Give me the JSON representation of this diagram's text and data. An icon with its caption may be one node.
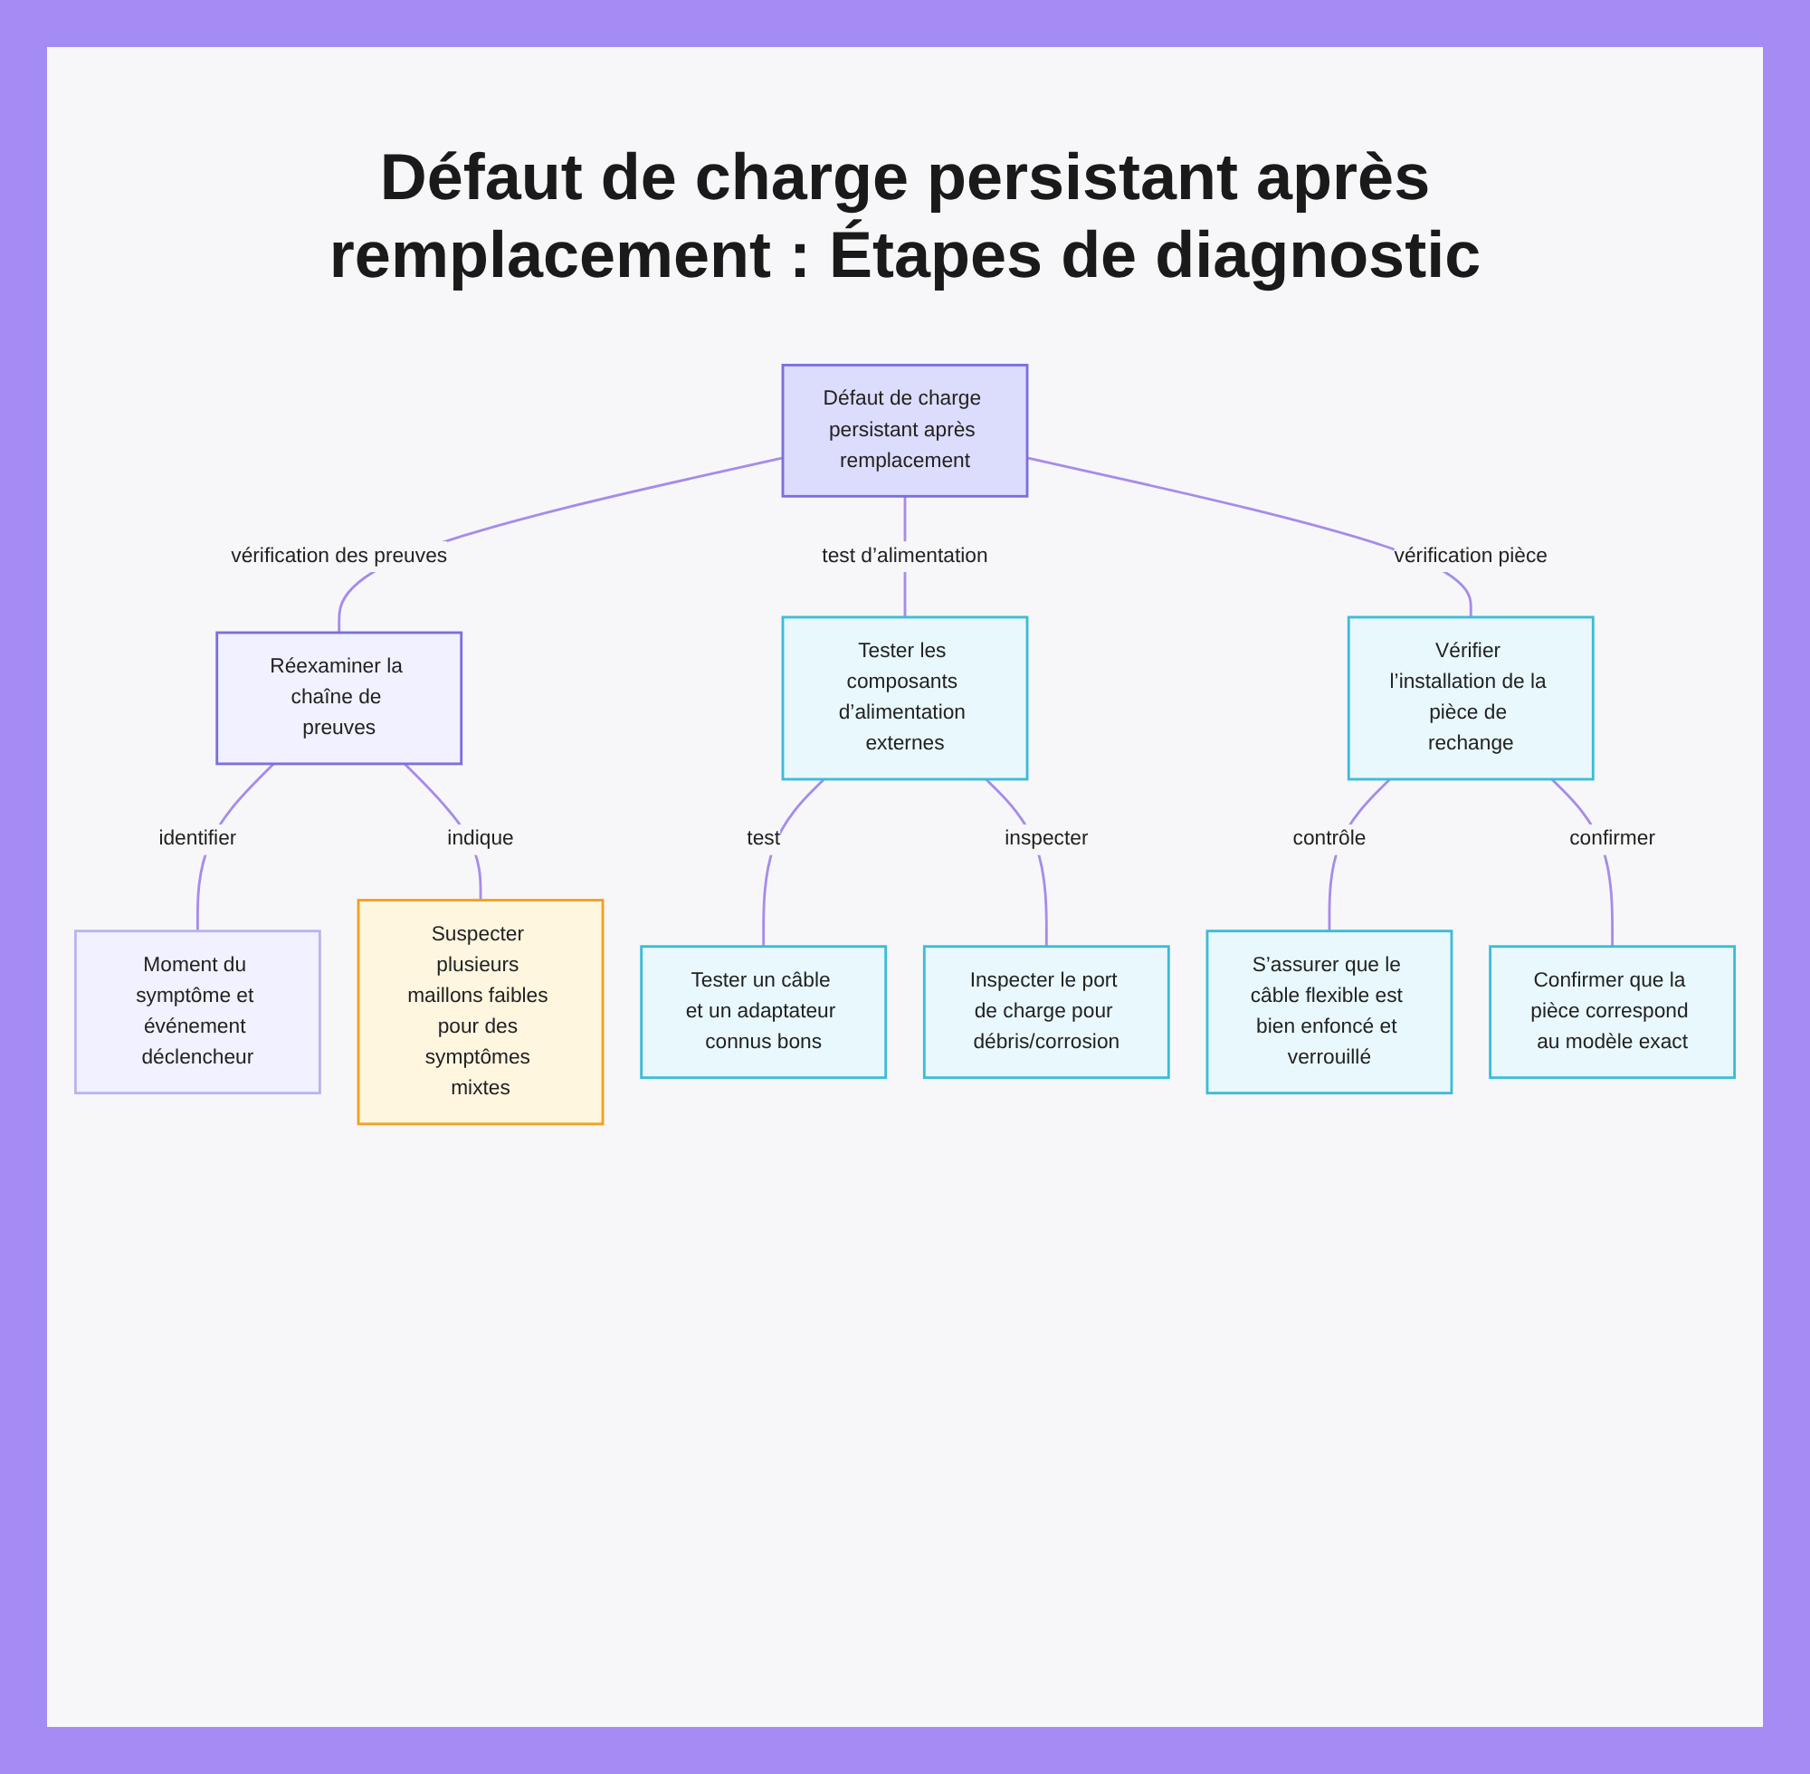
{
  "diagram": {
    "title": "Défaut de charge persistant après remplacement : Étapes de diagnostic",
    "nodes": [
      {
        "text": [
          "Défaut de charge persistant après remplacement"
        ]
      },
      {
        "text": [
          "Réexaminer la chaîne de preuves"
        ]
      },
      {
        "text": [
          "Tester les composants d’alimentation externes"
        ]
      },
      {
        "text": [
          "Vérifier l’installation de la pièce de rechange"
        ]
      },
      {
        "text": [
          "Moment du symptôme et événement déclencheur"
        ]
      },
      {
        "text": [
          "Suspecter plusieurs maillons faibles pour des symptômes mixtes"
        ]
      },
      {
        "text": [
          "Tester un câble et un adaptateur connus bons"
        ]
      },
      {
        "text": [
          "Inspecter le port de charge pour débris/corrosion"
        ]
      },
      {
        "text": [
          "S’assurer que le câble flexible est bien enfoncé et verrouillé"
        ]
      },
      {
        "text": [
          "Confirmer que la pièce correspond au modèle exact"
        ]
      }
    ],
    "edges": [
      {
        "from": 0,
        "to": 1,
        "arrow": "none",
        "label": "vérification des preuves"
      },
      {
        "from": 0,
        "to": 2,
        "arrow": "none",
        "label": "test d’alimentation"
      },
      {
        "from": 0,
        "to": 3,
        "arrow": "none",
        "label": "vérification pièce"
      },
      {
        "from": 1,
        "to": 4,
        "arrow": "none",
        "label": "identifier"
      },
      {
        "from": 1,
        "to": 5,
        "arrow": "none",
        "label": "indique"
      },
      {
        "from": 2,
        "to": 6,
        "arrow": "none",
        "label": "test"
      },
      {
        "from": 2,
        "to": 7,
        "arrow": "none",
        "label": "inspecter"
      },
      {
        "from": 3,
        "to": 8,
        "arrow": "none",
        "label": "contrôle"
      },
      {
        "from": 3,
        "to": 9,
        "arrow": "none",
        "label": "confirmer"
      }
    ]
  }
}
